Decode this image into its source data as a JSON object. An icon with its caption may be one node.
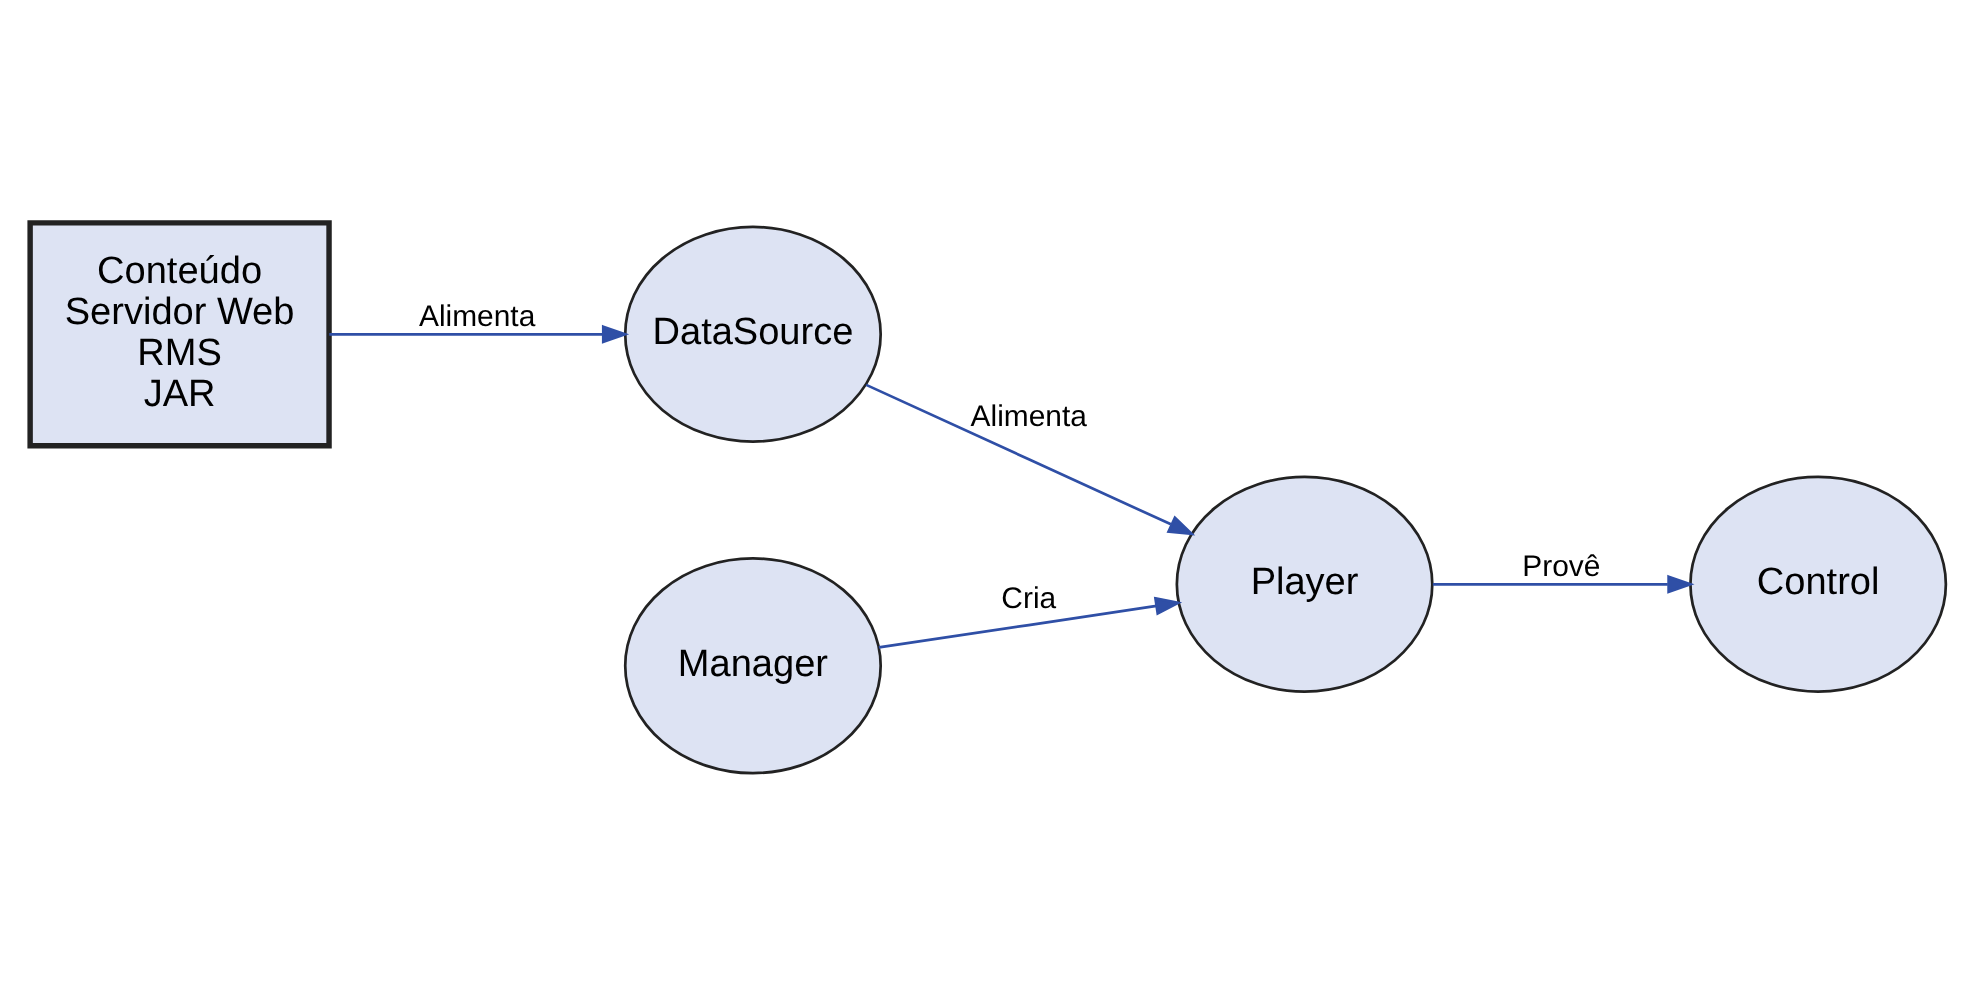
{
  "diagram": {
    "nodes": [
      {
        "text": [
          "Conteúdo",
          "Servidor Web",
          "RMS",
          "JAR"
        ]
      },
      {
        "text": [
          "DataSource"
        ]
      },
      {
        "text": [
          "Manager"
        ]
      },
      {
        "text": [
          "Player"
        ]
      },
      {
        "text": [
          "Control"
        ]
      }
    ],
    "edges": [
      {
        "from": 0,
        "to": 1,
        "arrow": "to",
        "label": "Alimenta"
      },
      {
        "from": 1,
        "to": 3,
        "arrow": "to",
        "label": "Alimenta"
      },
      {
        "from": 2,
        "to": 3,
        "arrow": "to",
        "label": "Cria"
      },
      {
        "from": 3,
        "to": 4,
        "arrow": "to",
        "label": "Provê"
      }
    ]
  }
}
